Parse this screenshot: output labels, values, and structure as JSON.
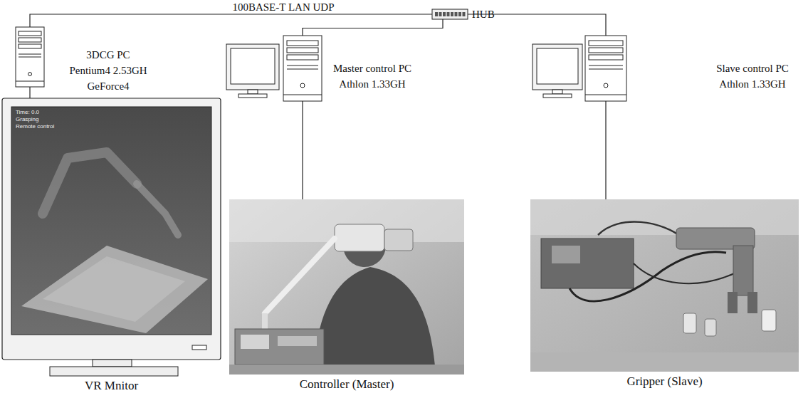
{
  "diagram": {
    "nodes": [
      {
        "text": [
          "HUB"
        ]
      },
      {
        "text": [
          "3DCG PC Pentium4 2.53GH GeForce4"
        ]
      },
      {
        "text": [
          "Master control PC Athlon 1.33GH"
        ]
      },
      {
        "text": [
          "Slave control PC Athlon 1.33GH"
        ]
      },
      {
        "text": [
          "VR Mnitor"
        ]
      },
      {
        "text": [
          "Controller (Master)"
        ]
      },
      {
        "text": [
          "Gripper (Slave)"
        ]
      }
    ],
    "edges": [
      {
        "from": 1,
        "to": 0,
        "label": "100BASE-T LAN UDP",
        "arrow": "none"
      },
      {
        "from": 2,
        "to": 0,
        "arrow": "none"
      },
      {
        "from": 3,
        "to": 0,
        "arrow": "none"
      },
      {
        "from": 1,
        "to": 4,
        "arrow": "none"
      },
      {
        "from": 2,
        "to": 5,
        "arrow": "none"
      },
      {
        "from": 3,
        "to": 6,
        "arrow": "none"
      }
    ],
    "labels": [
      "Time: 0.0",
      "Grasping",
      "Remote control"
    ]
  }
}
